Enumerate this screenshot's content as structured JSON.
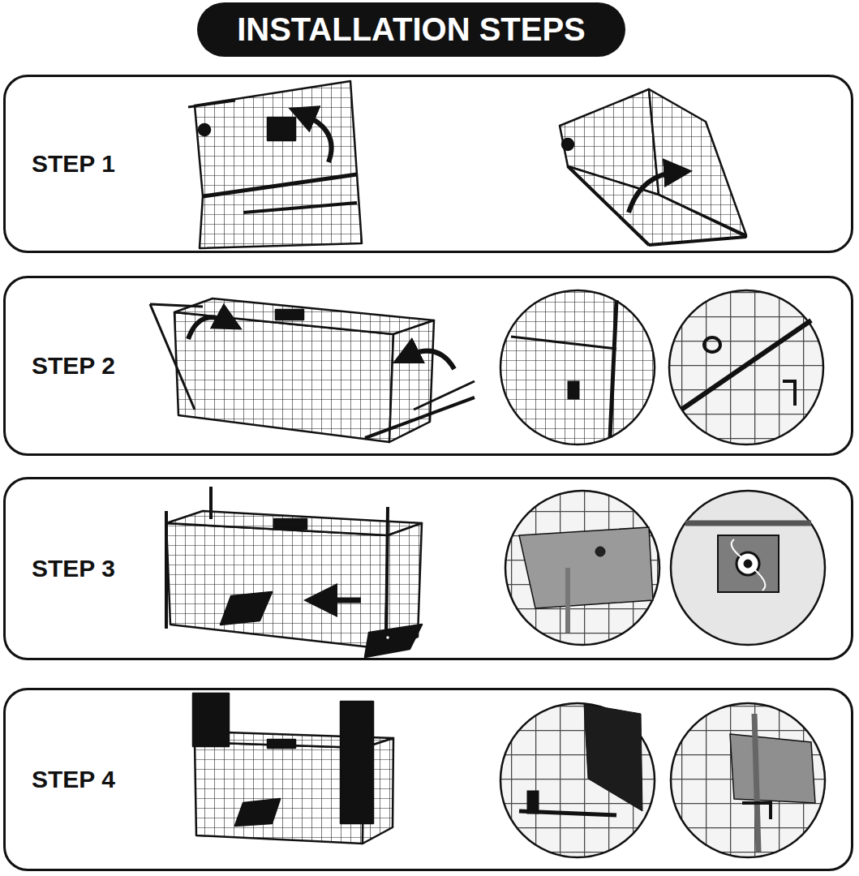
{
  "diagram": {
    "title": "INSTALLATION STEPS",
    "nodes": [
      {
        "text": [
          "STEP 1"
        ]
      },
      {
        "text": [
          "STEP 2"
        ]
      },
      {
        "text": [
          "STEP 3"
        ]
      },
      {
        "text": [
          "STEP 4"
        ]
      }
    ]
  }
}
